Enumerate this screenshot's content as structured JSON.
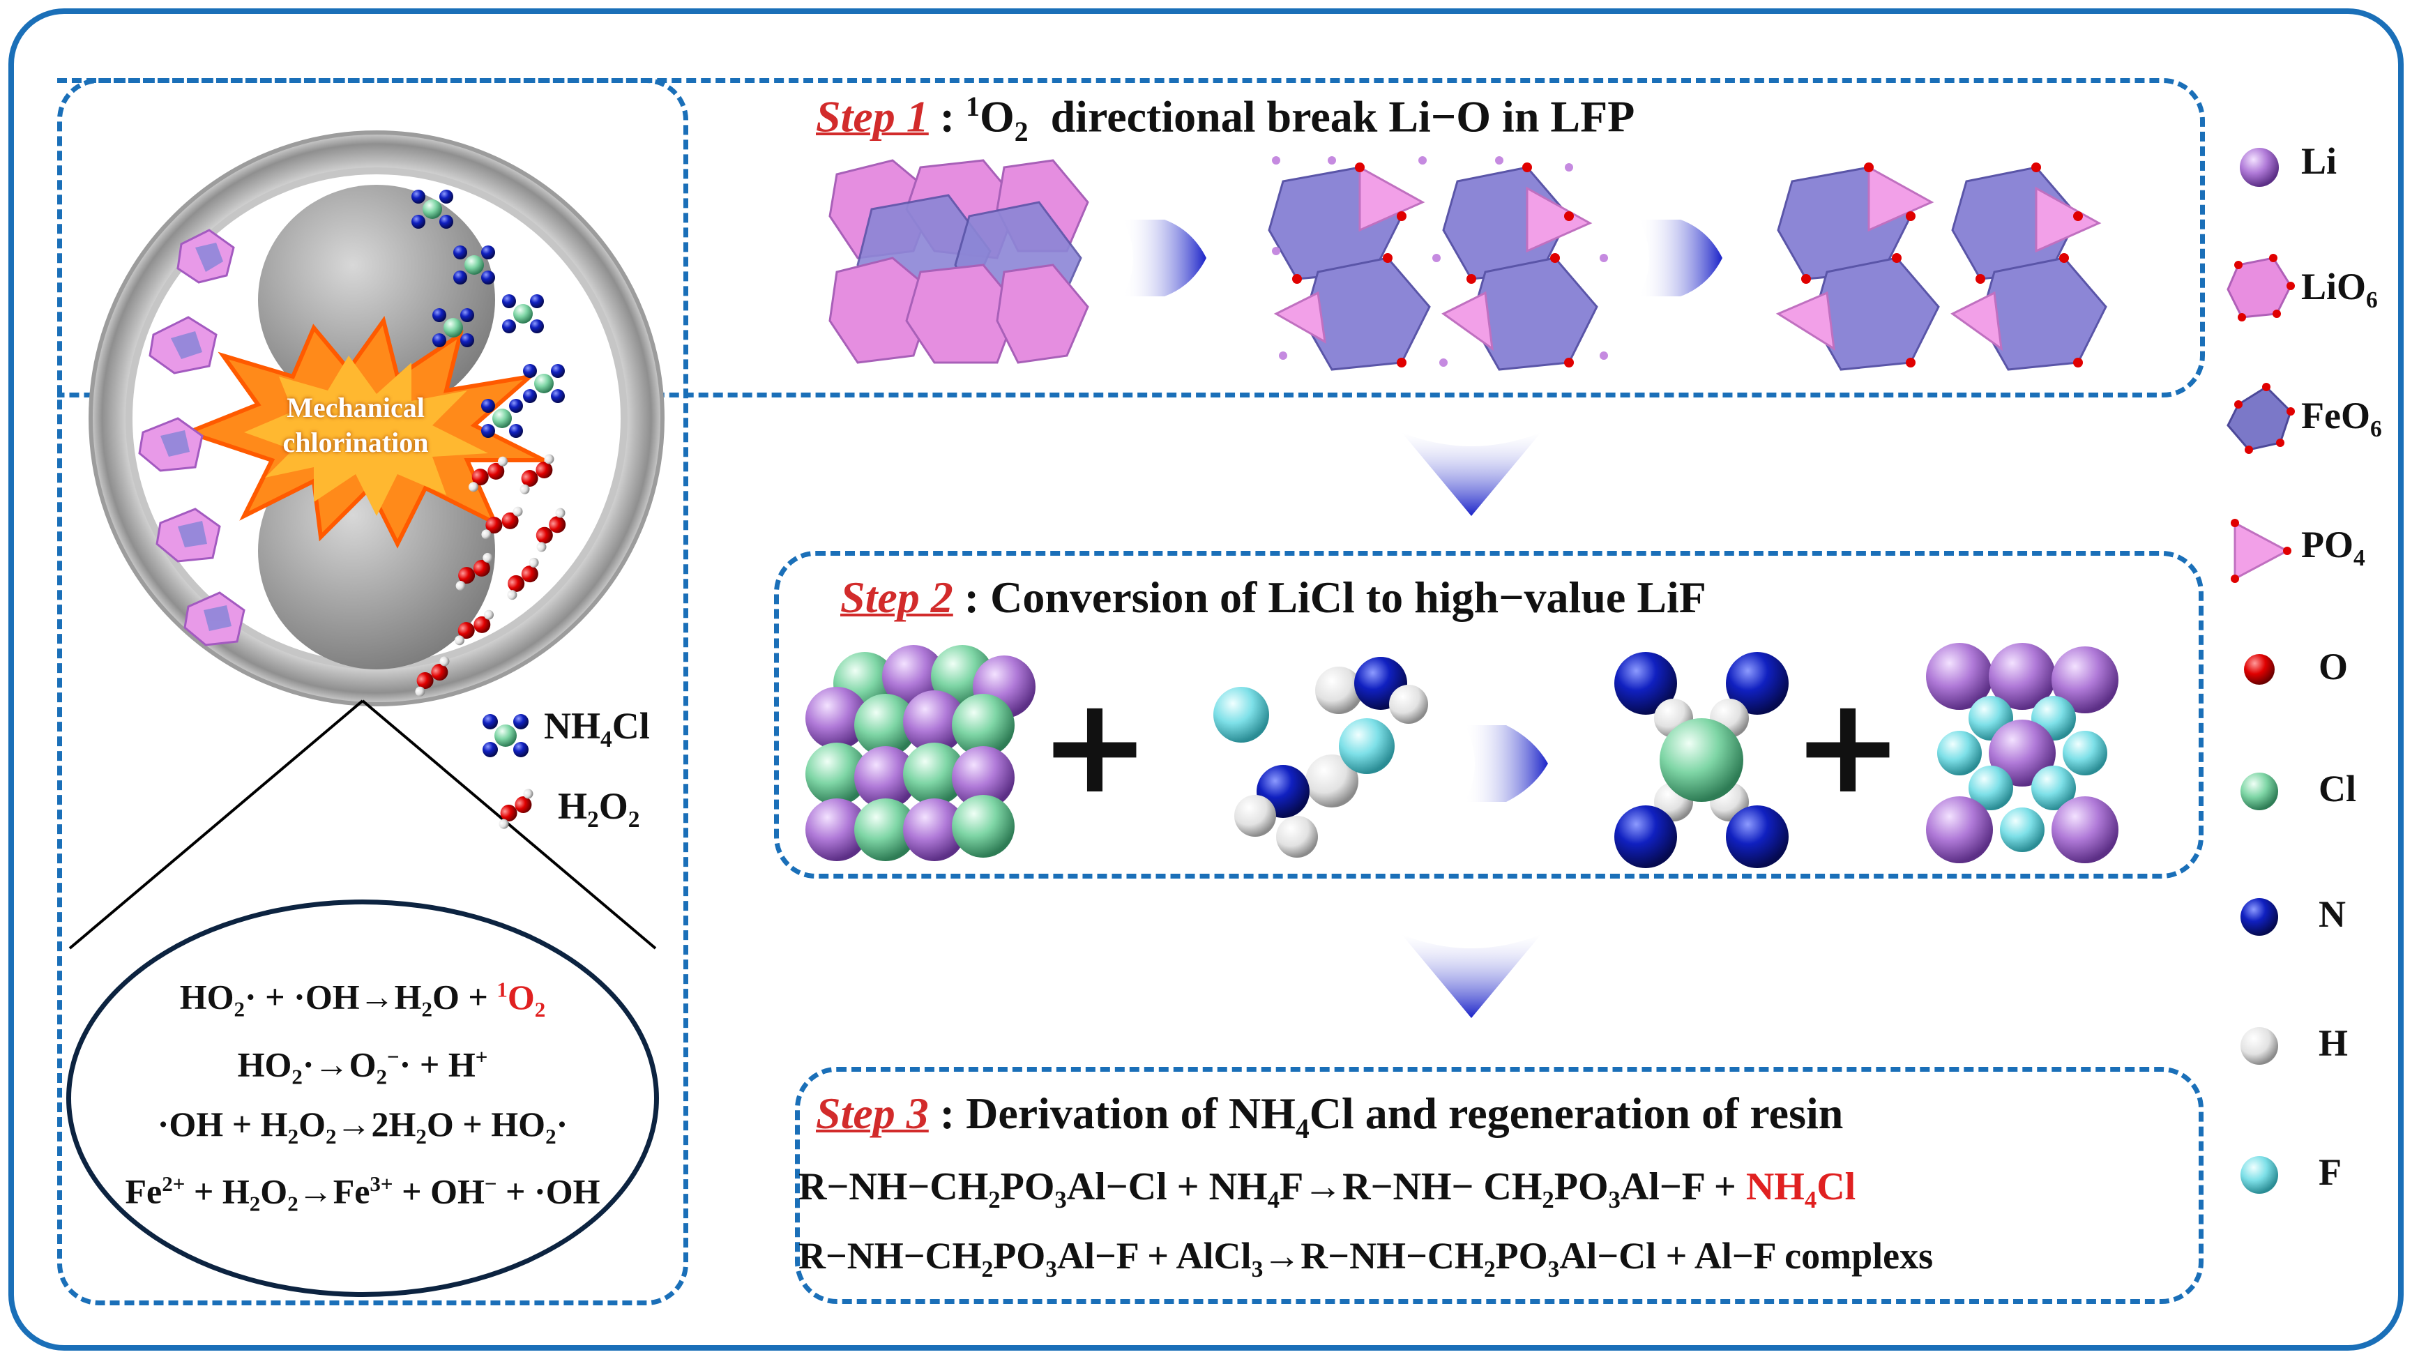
{
  "left_panel": {
    "flash_label_line1": "Mechanical",
    "flash_label_line2": "chlorination",
    "legend_nh4cl": "NH4Cl",
    "legend_h2o2": "H2O2"
  },
  "oval_equations": [
    "HO2· + ·OH→H2O + 1O2",
    "HO2·→O2−· + H+",
    "·OH + H2O2→2H2O + HO2·",
    "Fe2+ + H2O2→Fe3+ + OH− + ·OH"
  ],
  "steps": [
    {
      "label": "Step 1",
      "separator": " : ",
      "text": "1O2  directional break Li−O in LFP"
    },
    {
      "label": "Step 2",
      "separator": " : ",
      "text": "Conversion of LiCl to high−value LiF"
    },
    {
      "label": "Step 3",
      "separator": " : ",
      "text": "Derivation of NH4Cl and regeneration of resin"
    }
  ],
  "step3_equations": [
    "R−NH−CH2PO3Al−Cl + NH4F→R−NH− CH2PO3Al−F + NH4Cl",
    "R−NH−CH2PO3Al−F + AlCl3→R−NH−CH2PO3Al−Cl + Al−F complexs"
  ],
  "plus_sign": "+",
  "legend": [
    {
      "name": "Li",
      "color": "#b07ad8"
    },
    {
      "name": "LiO6",
      "color": "#e88ee0"
    },
    {
      "name": "FeO6",
      "color": "#7b78c8"
    },
    {
      "name": "PO4",
      "color": "#f2a0e8"
    },
    {
      "name": "O",
      "color": "#e00000"
    },
    {
      "name": "Cl",
      "color": "#7fd6a6"
    },
    {
      "name": "N",
      "color": "#1020c0"
    },
    {
      "name": "H",
      "color": "#e8e8e8"
    },
    {
      "name": "F",
      "color": "#7ee0e8"
    }
  ],
  "colors": {
    "frame": "#1a6fb8",
    "step_label": "#d22b2b",
    "highlight": "#e02020",
    "arrow": "#2030c8"
  }
}
